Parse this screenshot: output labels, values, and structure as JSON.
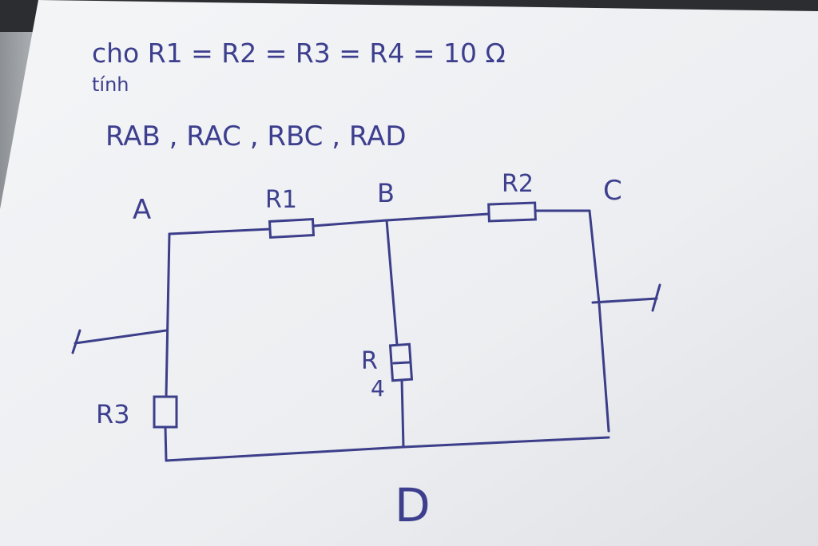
{
  "problem": {
    "given_line": "cho R1 = R2 = R3 = R4 = 10 Ω",
    "compute_line": "tính",
    "targets_line": "RAB ,  RAC  , RBC  , RAD"
  },
  "circuit": {
    "nodes": {
      "A": "A",
      "B": "B",
      "C": "C",
      "D": "D"
    },
    "resistors": {
      "R1": "R1",
      "R2": "R2",
      "R3": "R3",
      "R4_top": "R",
      "R4_bottom": "4"
    }
  },
  "colors": {
    "ink": "#3c3e8a",
    "paper": "#eceef1",
    "background": "#2b2d30"
  }
}
